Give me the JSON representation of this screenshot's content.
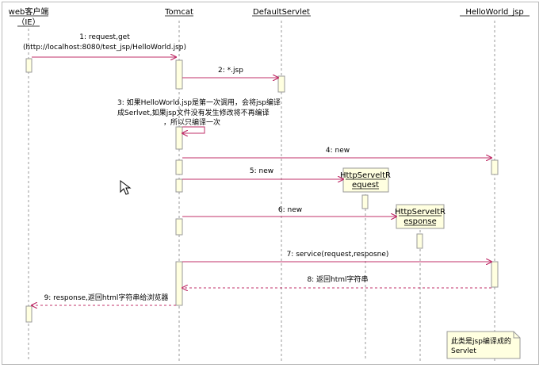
{
  "diagram": {
    "participants": [
      {
        "id": "client",
        "lines": [
          "web客户端",
          "（IE）"
        ]
      },
      {
        "id": "tomcat",
        "lines": [
          "Tomcat"
        ]
      },
      {
        "id": "default",
        "lines": [
          "DefaultServlet"
        ]
      },
      {
        "id": "hello",
        "lines": [
          "HelloWorld_jsp"
        ]
      },
      {
        "id": "req",
        "lines": [
          "HttpServeltR",
          "equest"
        ]
      },
      {
        "id": "resp",
        "lines": [
          "HttpServeltR",
          "esponse"
        ]
      }
    ],
    "messages": [
      {
        "id": "m1",
        "lines": [
          "1: request,get",
          "(http://localhost:8080/test_jsp/HelloWorld.jsp)"
        ]
      },
      {
        "id": "m2",
        "lines": [
          "2: *.jsp"
        ]
      },
      {
        "id": "m3",
        "lines": [
          "3: 如果HelloWorld.jsp是第一次调用，会将jsp编译",
          "成Serlvet,如果jsp文件没有发生修改将不再编译",
          "，所以只编译一次"
        ]
      },
      {
        "id": "m4",
        "lines": [
          "4: new"
        ]
      },
      {
        "id": "m5",
        "lines": [
          "5: new"
        ]
      },
      {
        "id": "m6",
        "lines": [
          "6: new"
        ]
      },
      {
        "id": "m7",
        "lines": [
          "7: service(request,resposne)"
        ]
      },
      {
        "id": "m8",
        "lines": [
          "8: 返回html字符串"
        ]
      },
      {
        "id": "m9",
        "lines": [
          "9: response,返回html字符串给浏览器"
        ]
      }
    ],
    "note": {
      "lines": [
        "此类是jsp编译成的",
        "Servlet"
      ]
    },
    "colors": {
      "activation": "#ffffe0",
      "note": "#ffffe0",
      "line": "#c0c0c0",
      "lifeline": "#9a9a9a",
      "arrow": "#c0306a",
      "cursor": "#ffffff"
    }
  }
}
